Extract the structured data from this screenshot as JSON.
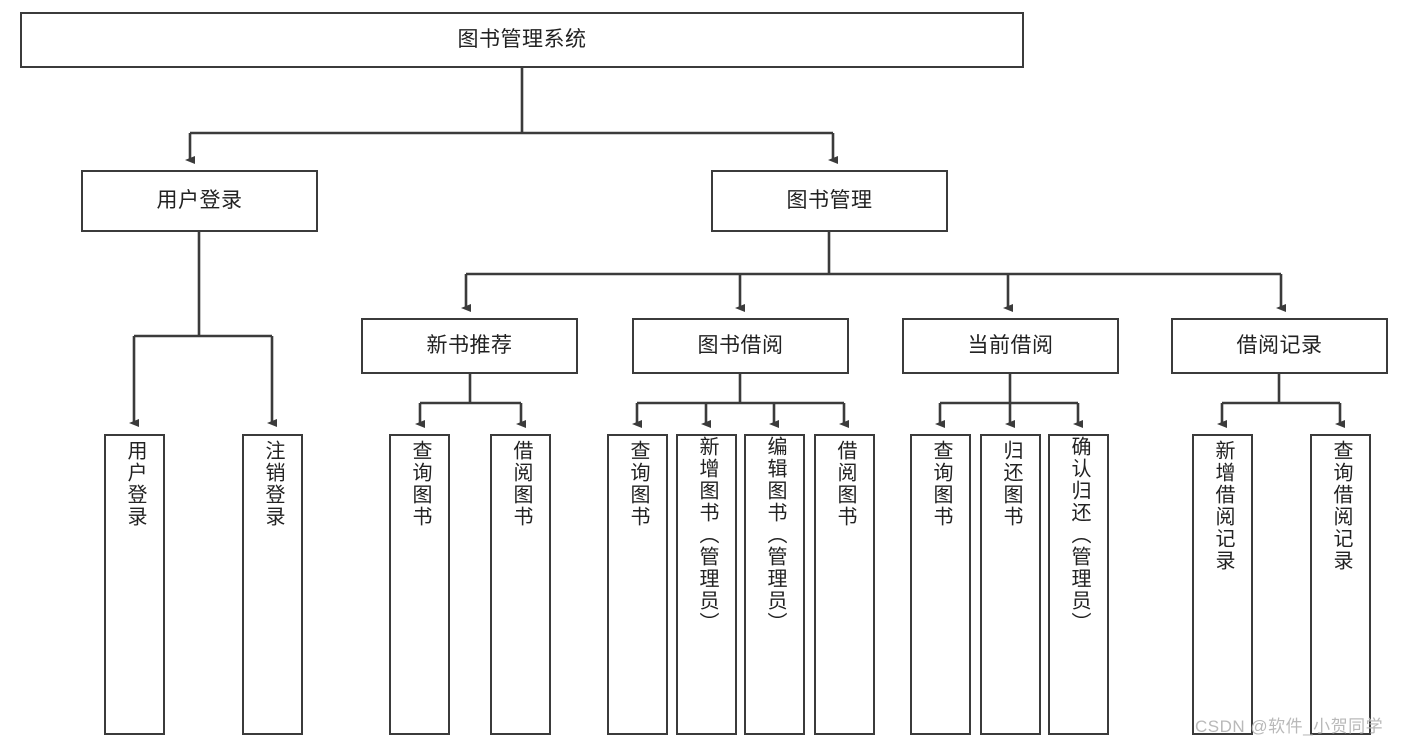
{
  "diagram": {
    "title": "图书管理系统",
    "type": "tree-hierarchy-chart",
    "colors": {
      "box_border": "#3b3b3b",
      "box_fill": "#ffffff",
      "connector": "#3b3b3b",
      "text": "#222222",
      "watermark": "#b9b9b9",
      "background": "#ffffff"
    },
    "root": {
      "label": "图书管理系统"
    },
    "level2": [
      {
        "label": "用户登录"
      },
      {
        "label": "图书管理"
      }
    ],
    "level3": [
      {
        "label": "新书推荐"
      },
      {
        "label": "图书借阅"
      },
      {
        "label": "当前借阅"
      },
      {
        "label": "借阅记录"
      }
    ],
    "leaves": {
      "user_login": [
        {
          "label": "用户登录"
        },
        {
          "label": "注销登录"
        }
      ],
      "new_book_recommend": [
        {
          "label": "查询图书"
        },
        {
          "label": "借阅图书"
        }
      ],
      "book_borrow": [
        {
          "label": "查询图书"
        },
        {
          "label": "新增图书（管理员）"
        },
        {
          "label": "编辑图书（管理员）"
        },
        {
          "label": "借阅图书"
        }
      ],
      "current_borrow": [
        {
          "label": "查询图书"
        },
        {
          "label": "归还图书"
        },
        {
          "label": "确认归还（管理员）"
        }
      ],
      "borrow_record": [
        {
          "label": "新增借阅记录"
        },
        {
          "label": "查询借阅记录"
        }
      ]
    },
    "watermark": {
      "text": "CSDN @软件_小贺同学"
    }
  }
}
